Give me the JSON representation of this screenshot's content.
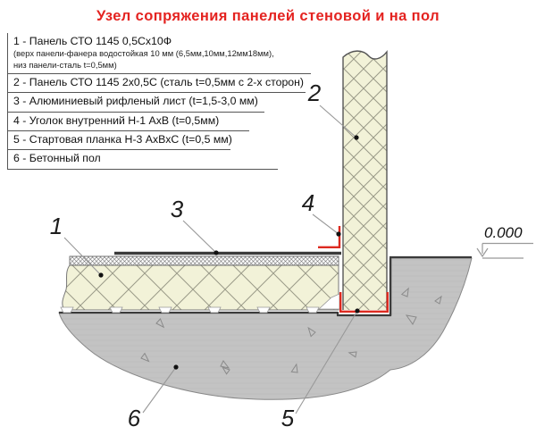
{
  "title": "Узел сопряжения панелей стеновой и на пол",
  "legend": {
    "items": [
      {
        "text": "1 - Панель СТО 1145 0,5Сх10Ф",
        "sub1": "(верх панели-фанера водостойкая  10 мм (6,5мм,10мм,12мм18мм),",
        "sub2": "низ панели-сталь t=0,5мм)"
      },
      {
        "text": "2 - Панель СТО 1145 2х0,5С (сталь t=0,5мм с 2-х сторон)"
      },
      {
        "text": "3 - Алюминиевый рифленый лист (t=1,5-3,0 мм)"
      },
      {
        "text": "4 - Уголок внутренний Н-1 АхВ  (t=0,5мм)"
      },
      {
        "text": "5 - Стартовая планка Н-3 АхВхС (t=0,5 мм)"
      },
      {
        "text": "6 - Бетонный пол"
      }
    ]
  },
  "drawing": {
    "callouts": [
      "1",
      "2",
      "3",
      "4",
      "5",
      "6"
    ],
    "level_mark": "0.000"
  },
  "colors": {
    "title_red": "#e42320",
    "detail_red": "#dd2a20",
    "panel_fill": "#f2f2d8",
    "hatch_line": "#9a9a88",
    "concrete_fill": "#c3c3c3",
    "line_dark": "#3b3b3b",
    "leader_gray": "#999999"
  }
}
